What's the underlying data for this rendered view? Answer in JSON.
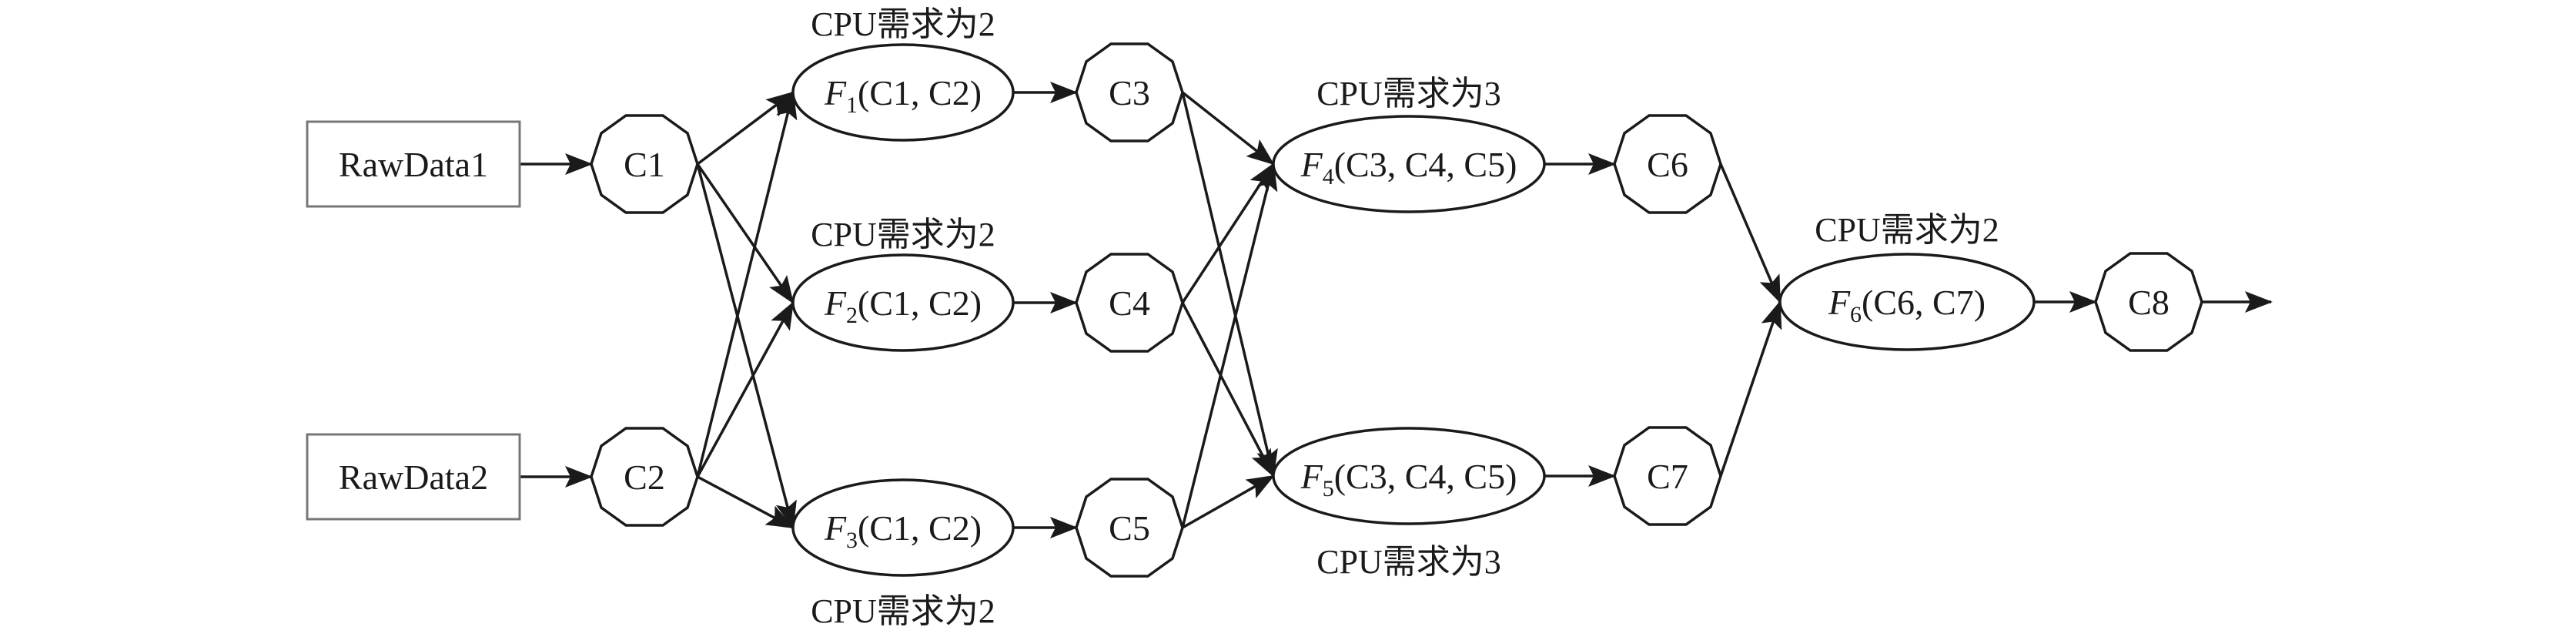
{
  "sources": [
    {
      "id": "rd1",
      "label": "RawData1"
    },
    {
      "id": "rd2",
      "label": "RawData2"
    }
  ],
  "data_nodes": [
    {
      "id": "C1",
      "label": "C1"
    },
    {
      "id": "C2",
      "label": "C2"
    },
    {
      "id": "C3",
      "label": "C3"
    },
    {
      "id": "C4",
      "label": "C4"
    },
    {
      "id": "C5",
      "label": "C5"
    },
    {
      "id": "C6",
      "label": "C6"
    },
    {
      "id": "C7",
      "label": "C7"
    },
    {
      "id": "C8",
      "label": "C8"
    }
  ],
  "functions": [
    {
      "id": "F1",
      "name": "F",
      "sub": "1",
      "args": "(C1, C2)",
      "cpu_label": "CPU需求为2"
    },
    {
      "id": "F2",
      "name": "F",
      "sub": "2",
      "args": "(C1, C2)",
      "cpu_label": "CPU需求为2"
    },
    {
      "id": "F3",
      "name": "F",
      "sub": "3",
      "args": "(C1, C2)",
      "cpu_label": "CPU需求为2"
    },
    {
      "id": "F4",
      "name": "F",
      "sub": "4",
      "args": "(C3, C4, C5)",
      "cpu_label": "CPU需求为3"
    },
    {
      "id": "F5",
      "name": "F",
      "sub": "5",
      "args": "(C3, C4, C5)",
      "cpu_label": "CPU需求为3"
    },
    {
      "id": "F6",
      "name": "F",
      "sub": "6",
      "args": "(C6, C7)",
      "cpu_label": "CPU需求为2"
    }
  ],
  "edges": [
    [
      "rd1",
      "C1"
    ],
    [
      "rd2",
      "C2"
    ],
    [
      "C1",
      "F1"
    ],
    [
      "C1",
      "F2"
    ],
    [
      "C1",
      "F3"
    ],
    [
      "C2",
      "F1"
    ],
    [
      "C2",
      "F2"
    ],
    [
      "C2",
      "F3"
    ],
    [
      "F1",
      "C3"
    ],
    [
      "F2",
      "C4"
    ],
    [
      "F3",
      "C5"
    ],
    [
      "C3",
      "F4"
    ],
    [
      "C3",
      "F5"
    ],
    [
      "C4",
      "F4"
    ],
    [
      "C4",
      "F5"
    ],
    [
      "C5",
      "F4"
    ],
    [
      "C5",
      "F5"
    ],
    [
      "F4",
      "C6"
    ],
    [
      "F5",
      "C7"
    ],
    [
      "C6",
      "F6"
    ],
    [
      "C7",
      "F6"
    ],
    [
      "F6",
      "C8"
    ],
    [
      "C8",
      "out"
    ]
  ]
}
